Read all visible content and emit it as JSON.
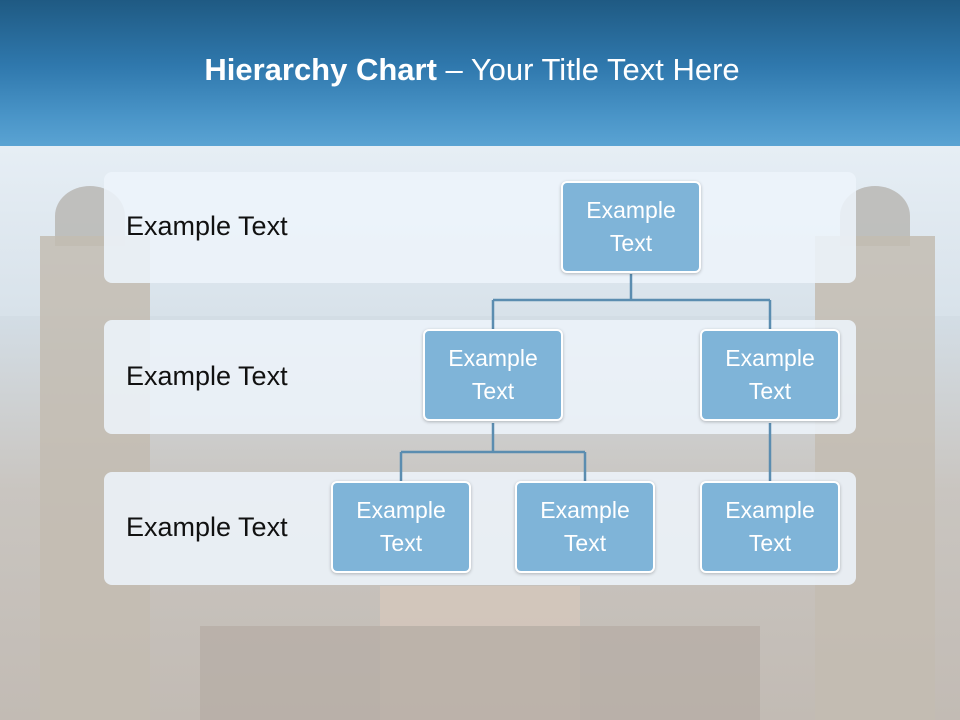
{
  "slide": {
    "title_bold": "Hierarchy Chart",
    "title_rest": " – Your Title Text Here"
  },
  "rows": [
    {
      "label": "Example Text"
    },
    {
      "label": "Example Text"
    },
    {
      "label": "Example Text"
    }
  ],
  "nodes": {
    "root": "Example Text",
    "level2_left": "Example Text",
    "level2_right": "Example Text",
    "level3_a": "Example Text",
    "level3_b": "Example Text",
    "level3_c": "Example Text"
  },
  "colors": {
    "header_top": "#1f5a83",
    "header_bottom": "#5aa3d3",
    "node_fill": "#7fb4d8",
    "connector": "#5b8db0"
  }
}
